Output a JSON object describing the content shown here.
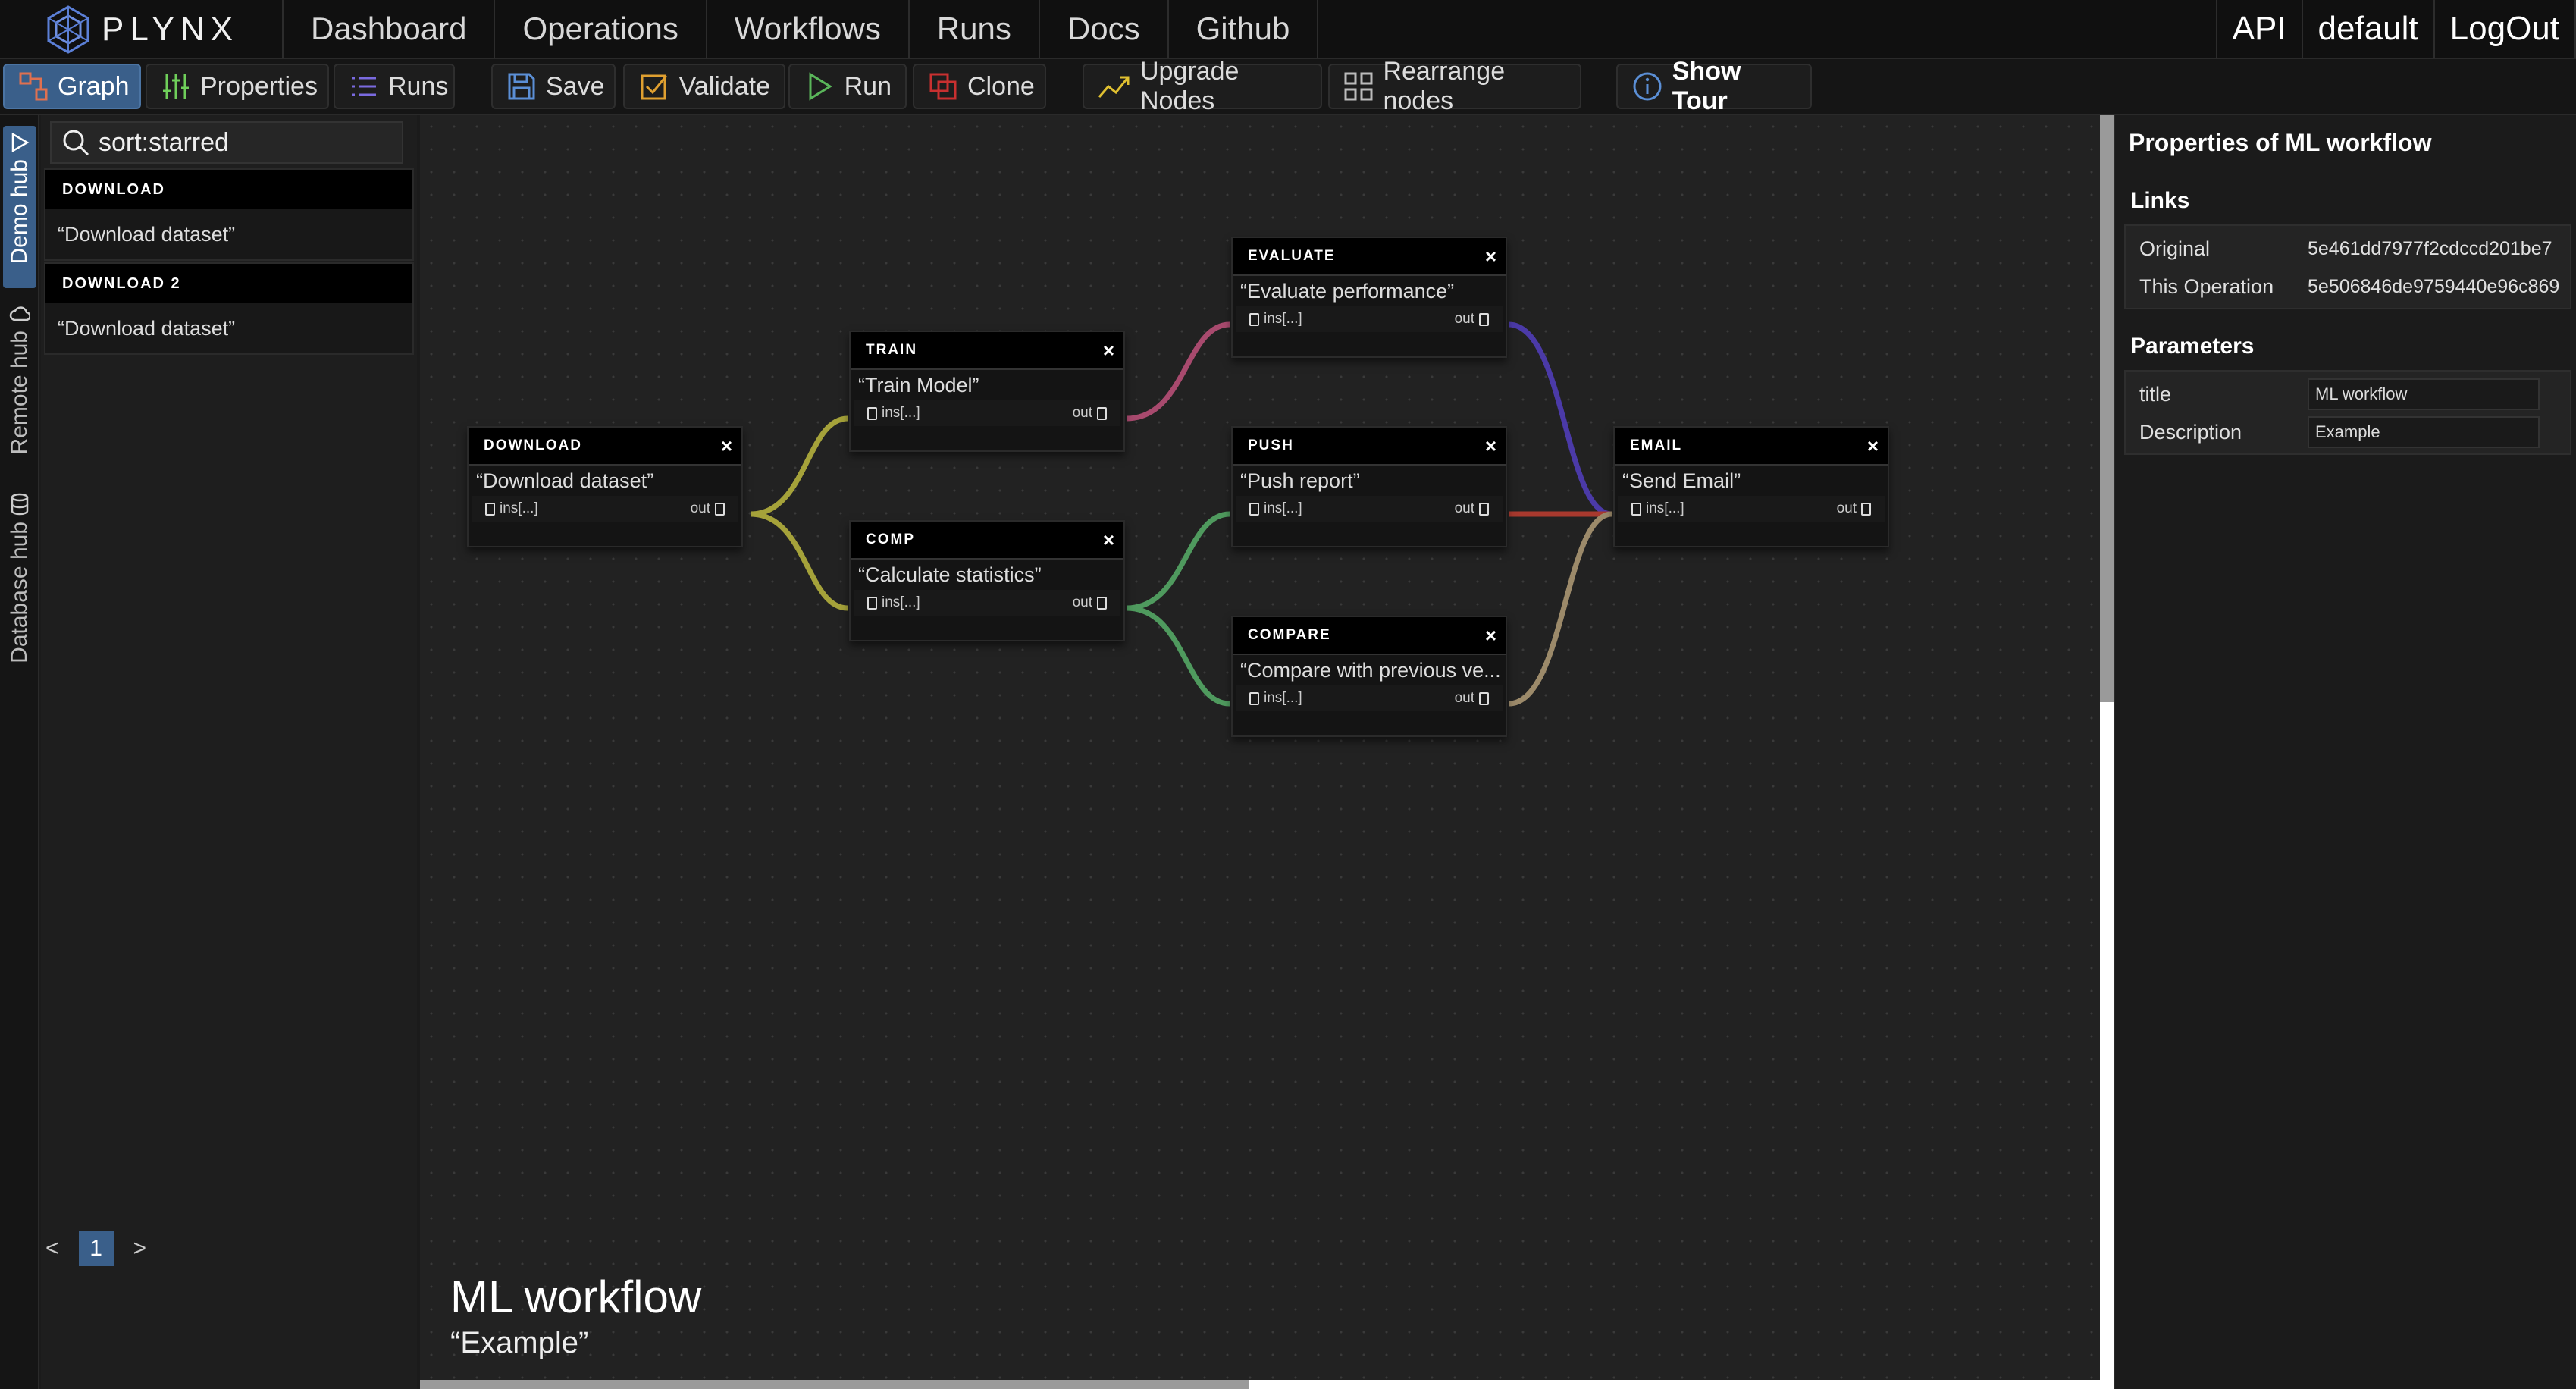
{
  "brand": {
    "name": "PLYNX"
  },
  "nav": {
    "items": [
      "Dashboard",
      "Operations",
      "Workflows",
      "Runs",
      "Docs",
      "Github"
    ],
    "right": [
      "API",
      "default",
      "LogOut"
    ]
  },
  "toolbar": {
    "graph": "Graph",
    "properties": "Properties",
    "runs": "Runs",
    "save": "Save",
    "validate": "Validate",
    "run": "Run",
    "clone": "Clone",
    "upgrade": "Upgrade Nodes",
    "rearrange": "Rearrange nodes",
    "tour": "Show Tour"
  },
  "hubs": [
    "Demo hub",
    "Remote hub",
    "Database hub"
  ],
  "sidebar": {
    "search_value": "sort:starred",
    "items": [
      {
        "header": "DOWNLOAD",
        "title": "“Download dataset”"
      },
      {
        "header": "DOWNLOAD 2",
        "title": "“Download dataset”"
      }
    ],
    "pager": {
      "prev": "<",
      "page": "1",
      "next": ">"
    }
  },
  "graph": {
    "nodes": [
      {
        "header": "DOWNLOAD",
        "title": "“Download dataset”",
        "in": "ins[...]",
        "out": "out"
      },
      {
        "header": "TRAIN",
        "title": "“Train Model”",
        "in": "ins[...]",
        "out": "out"
      },
      {
        "header": "COMP",
        "title": "“Calculate statistics”",
        "in": "ins[...]",
        "out": "out"
      },
      {
        "header": "EVALUATE",
        "title": "“Evaluate performance”",
        "in": "ins[...]",
        "out": "out"
      },
      {
        "header": "PUSH",
        "title": "“Push report”",
        "in": "ins[...]",
        "out": "out"
      },
      {
        "header": "COMPARE",
        "title": "“Compare with previous ve...",
        "in": "ins[...]",
        "out": "out"
      },
      {
        "header": "EMAIL",
        "title": "“Send Email”",
        "in": "ins[...]",
        "out": "out"
      }
    ],
    "close_glyph": "×",
    "title": "ML workflow",
    "description": "“Example”"
  },
  "properties": {
    "heading": "Properties of ML workflow",
    "links_label": "Links",
    "links": [
      {
        "key": "Original",
        "value": "5e461dd7977f2cdccd201be7"
      },
      {
        "key": "This Operation",
        "value": "5e506846de9759440e96c869"
      }
    ],
    "parameters_label": "Parameters",
    "parameters": [
      {
        "key": "title",
        "value": "ML workflow"
      },
      {
        "key": "Description",
        "value": "Example"
      }
    ]
  },
  "colors": {
    "accent": "#3a5f8a",
    "edge_download": "#a5a23a",
    "edge_train": "#a84a6e",
    "edge_comp": "#4f9a5e",
    "edge_evaluate": "#4b3aa8",
    "edge_push": "#a8392e",
    "edge_compare": "#9c8a6a"
  }
}
